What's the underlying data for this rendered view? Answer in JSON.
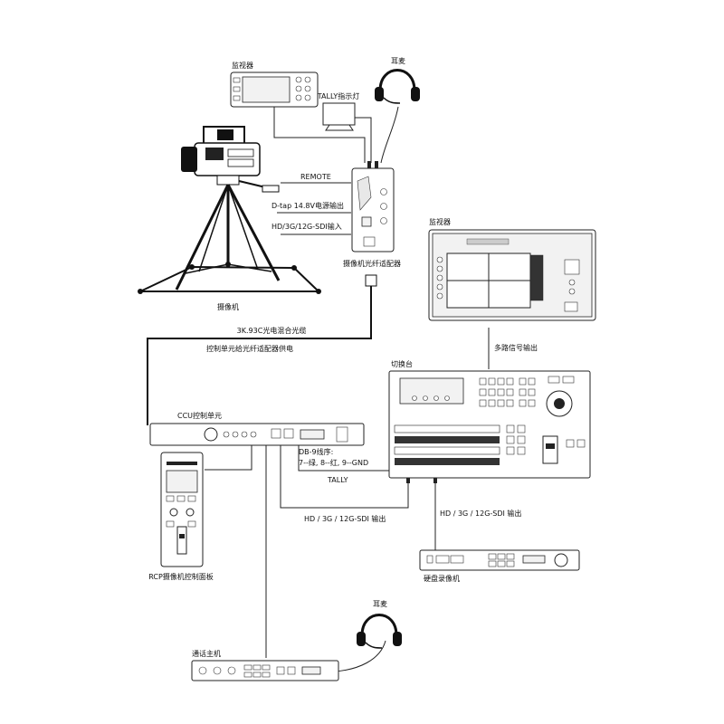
{
  "labels": {
    "monitor_top": "监视器",
    "tally_light": "TALLY指示灯",
    "headset_top": "耳麦",
    "remote": "REMOTE",
    "dtap": "D-tap 14.8V电源输出",
    "sdi_in": "HD/3G/12G-SDI输入",
    "camera": "摄像机",
    "camera_adapter": "摄像机光纤适配器",
    "fiber_cable": "3K.93C光电混合光缆",
    "power_supply": "控制单元给光纤适配器供电",
    "monitor_right": "监视器",
    "multiview_out": "多路信号输出",
    "switcher": "切换台",
    "ccu": "CCU控制单元",
    "db9_line1": "DB-9线序:",
    "db9_line2": "7--绿, 8--红, 9--GND",
    "tally": "TALLY",
    "rcp": "RCP摄像机控制面板",
    "sdi_out_ccu": "HD / 3G / 12G-SDI 输出",
    "sdi_out_switcher": "HD / 3G / 12G-SDI 输出",
    "recorder": "硬盘录像机",
    "headset_bottom": "耳麦",
    "intercom": "通话主机"
  }
}
